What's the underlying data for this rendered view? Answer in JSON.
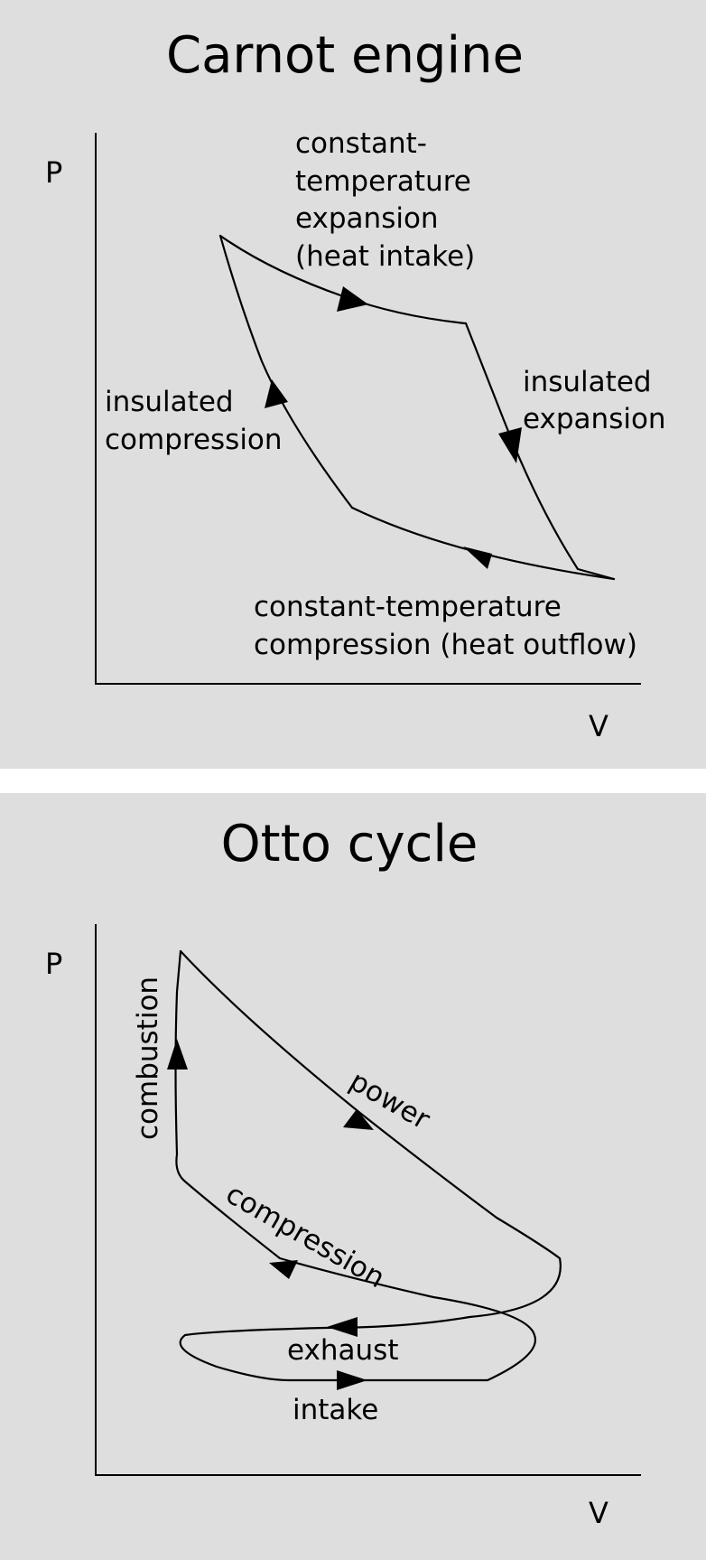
{
  "carnot": {
    "title": "Carnot engine",
    "y_axis": "P",
    "x_axis": "V",
    "labels": {
      "top_1": "constant-",
      "top_2": "temperature",
      "top_3": "expansion",
      "top_4": "(heat intake)",
      "right_1": "insulated",
      "right_2": "expansion",
      "left_1": "insulated",
      "left_2": "compression",
      "bottom_1": "constant-temperature",
      "bottom_2": "compression (heat outflow)"
    }
  },
  "otto": {
    "title": "Otto cycle",
    "y_axis": "P",
    "x_axis": "V",
    "labels": {
      "combustion": "combustion",
      "power": "power",
      "compression": "compression",
      "exhaust": "exhaust",
      "intake": "intake"
    }
  }
}
